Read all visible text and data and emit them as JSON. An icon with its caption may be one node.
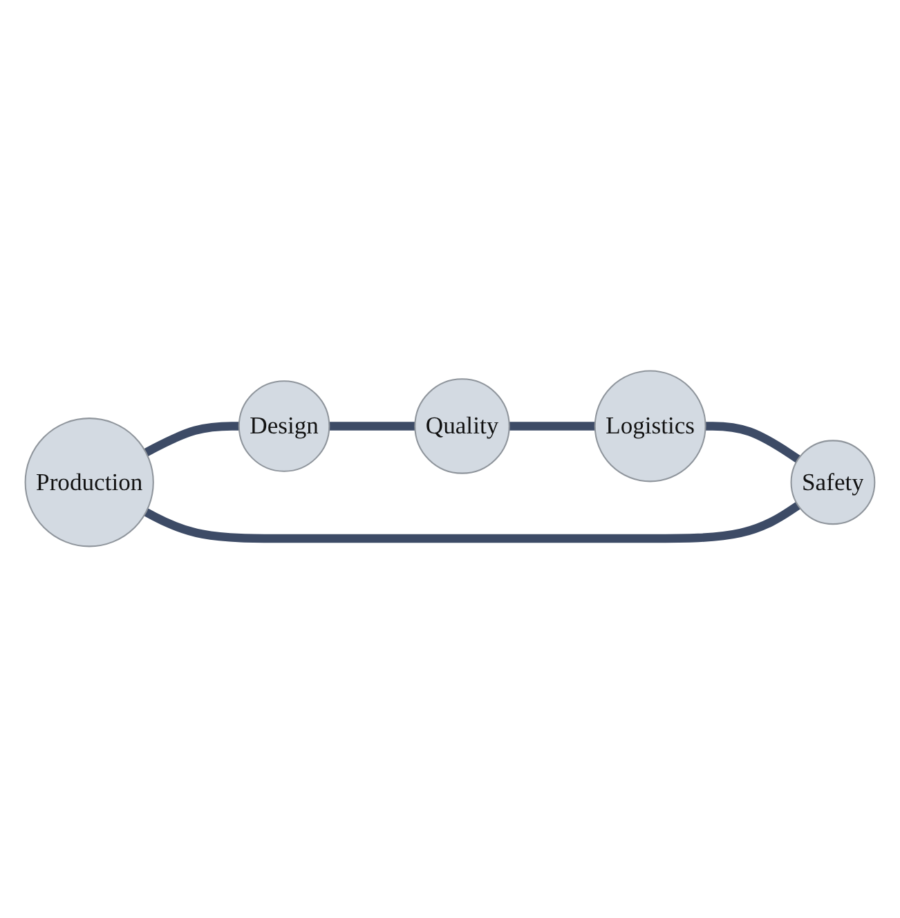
{
  "diagram": {
    "nodes": [
      {
        "text": [
          "Production"
        ]
      },
      {
        "text": [
          "Design"
        ]
      },
      {
        "text": [
          "Quality"
        ]
      },
      {
        "text": [
          "Logistics"
        ]
      },
      {
        "text": [
          "Safety"
        ]
      }
    ],
    "edges": [
      {
        "from": 0,
        "to": 1,
        "arrow": "none"
      },
      {
        "from": 1,
        "to": 2,
        "arrow": "none"
      },
      {
        "from": 2,
        "to": 3,
        "arrow": "none"
      },
      {
        "from": 3,
        "to": 4,
        "arrow": "none"
      },
      {
        "from": 4,
        "to": 0,
        "arrow": "none"
      }
    ]
  }
}
